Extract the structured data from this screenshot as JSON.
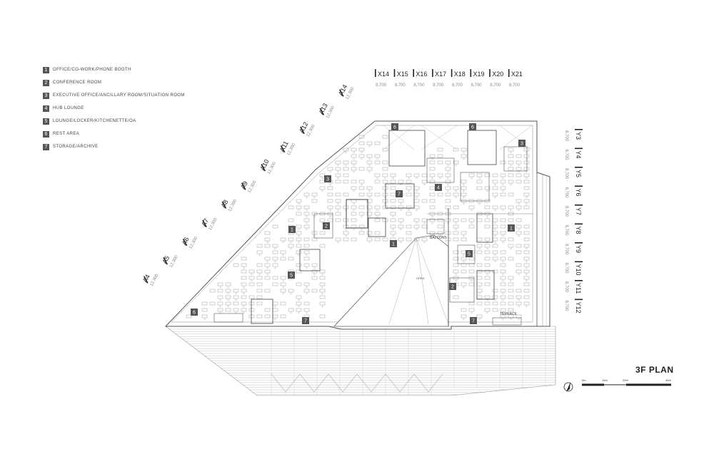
{
  "legend": [
    {
      "num": "1",
      "label": "OFFICE/CO-WORK/PHONE BOOTH"
    },
    {
      "num": "2",
      "label": "CONFERENCE ROOM"
    },
    {
      "num": "3",
      "label": "EXECUTIVE OFFICE/ANCILLARY ROOM/SITUATION ROOM"
    },
    {
      "num": "4",
      "label": "HUB LOUNGE"
    },
    {
      "num": "5",
      "label": "LOUNGE/LOCKER/KITCHENETTE/OA"
    },
    {
      "num": "6",
      "label": "REST AREA"
    },
    {
      "num": "7",
      "label": "STORAGE/ARCHIVE"
    }
  ],
  "grid_x": {
    "labels": [
      "X14",
      "X15",
      "X16",
      "X17",
      "X18",
      "X19",
      "X20",
      "X21"
    ],
    "spacing": "8,700"
  },
  "grid_y": {
    "labels": [
      "Y3",
      "Y4",
      "Y5",
      "Y6",
      "Y7",
      "Y8",
      "Y9",
      "Y10",
      "Y11",
      "Y12"
    ],
    "spacing": "8,700"
  },
  "grid_a": {
    "labels": [
      "A4",
      "A5",
      "A6",
      "A7",
      "A8",
      "A9",
      "A10",
      "A11",
      "A12",
      "A13",
      "A14"
    ],
    "spacing": "12,300"
  },
  "annotations": {
    "balcony": "BALCONY",
    "terrace": "TERRACE",
    "open": "OPEN"
  },
  "scale": [
    "0m",
    "10m",
    "20m",
    "40m"
  ],
  "plan_title": "3F PLAN",
  "colors": {
    "badge": "#555555",
    "line": "#6a6a6a",
    "grid_bubble": "#222222"
  }
}
